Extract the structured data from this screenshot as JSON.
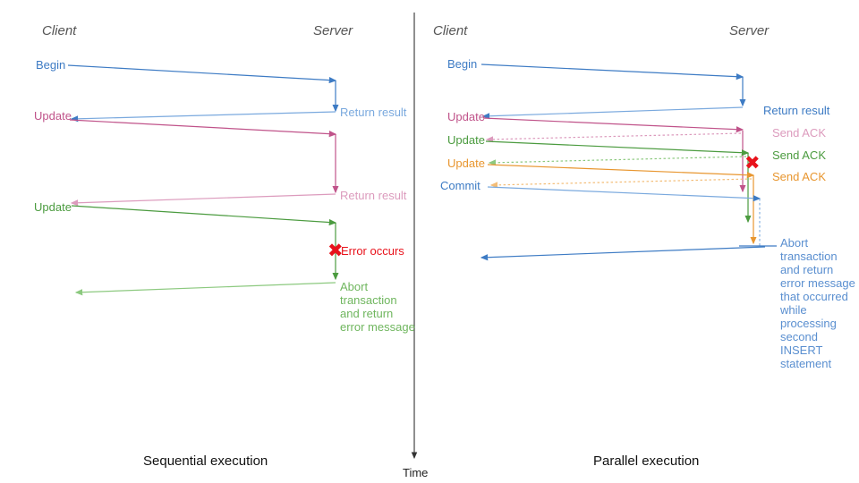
{
  "figure": {
    "title_left": "Sequential execution",
    "title_right": "Parallel execution",
    "time_axis_label": "Time"
  },
  "colors": {
    "blue": "#3d7bc4",
    "blue_light": "#7aa9de",
    "pink": "#c0538a",
    "pink_light": "#dc9bbd",
    "green": "#4b9b3f",
    "green_light": "#8cc97f",
    "orange": "#e8962f",
    "orange_light": "#f3bd77",
    "red": "#e8121b",
    "grey": "#555555",
    "axis": "#333333"
  },
  "left_panel": {
    "header_client": "Client",
    "header_server": "Server",
    "messages": [
      {
        "label": "Begin",
        "color": "blue",
        "reply": "Return result"
      },
      {
        "label": "Update",
        "color": "pink",
        "reply": "Return result"
      },
      {
        "label": "Update",
        "color": "green",
        "reply": ""
      }
    ],
    "error_mark": "✖",
    "error_label": "Error occurs",
    "abort_label": "Abort\ntransaction\nand return\nerror message"
  },
  "right_panel": {
    "header_client": "Client",
    "header_server": "Server",
    "messages": [
      {
        "label": "Begin",
        "color": "blue",
        "reply": "Return result"
      },
      {
        "label": "Update",
        "color": "pink",
        "reply": "Send ACK"
      },
      {
        "label": "Update",
        "color": "green",
        "reply": "Send ACK"
      },
      {
        "label": "Update",
        "color": "orange",
        "reply": "Send ACK"
      },
      {
        "label": "Commit",
        "color": "blue",
        "reply": ""
      }
    ],
    "error_mark": "✖",
    "abort_label": "Abort\ntransaction\nand return\nerror message\nthat occurred\nwhile\nprocessing\nsecond\nINSERT\nstatement"
  }
}
